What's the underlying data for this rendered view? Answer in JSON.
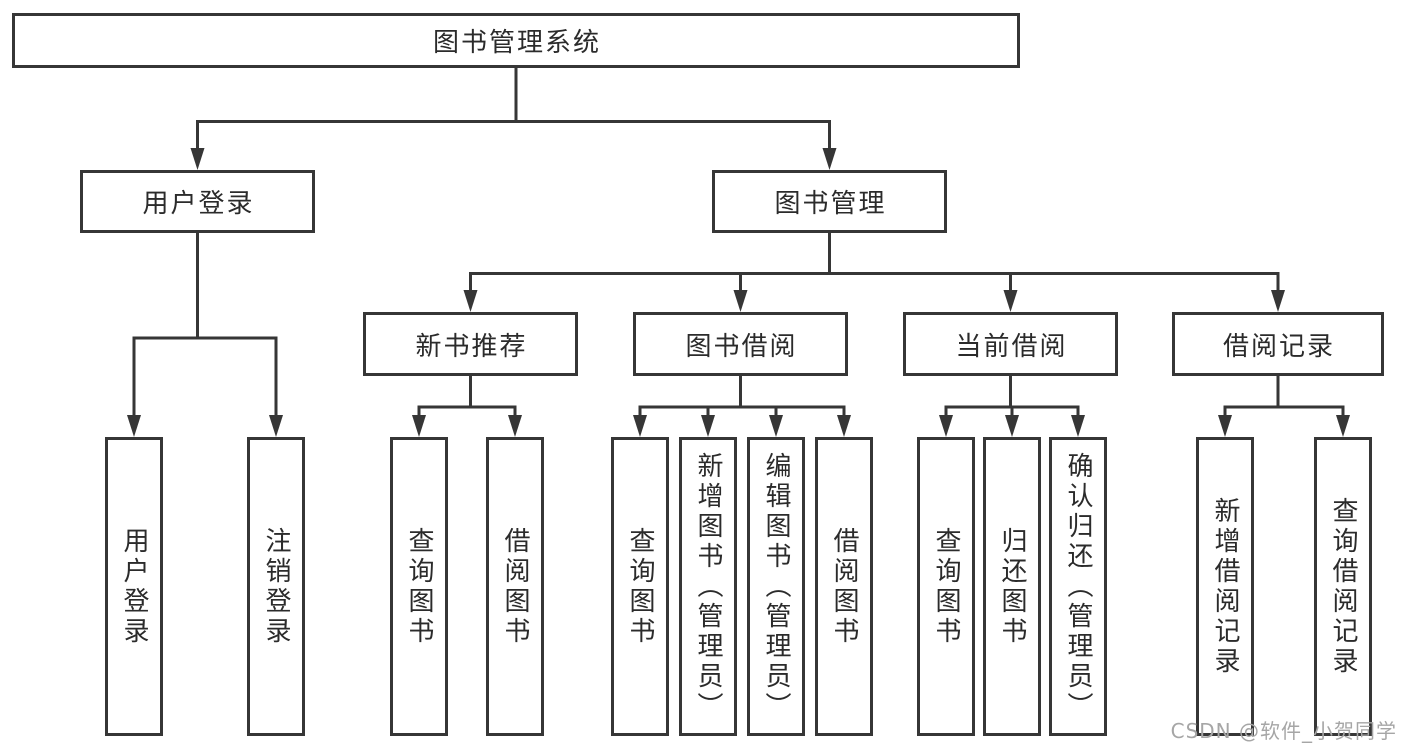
{
  "diagram": {
    "root": {
      "label": "图书管理系统"
    },
    "branches": [
      {
        "label": "用户登录",
        "children": [
          {
            "label": "用户登录"
          },
          {
            "label": "注销登录"
          }
        ]
      },
      {
        "label": "图书管理",
        "children": [
          {
            "label": "新书推荐",
            "children": [
              {
                "label": "查询图书"
              },
              {
                "label": "借阅图书"
              }
            ]
          },
          {
            "label": "图书借阅",
            "children": [
              {
                "label": "查询图书"
              },
              {
                "label": "新增图书（管理员）"
              },
              {
                "label": "编辑图书（管理员）"
              },
              {
                "label": "借阅图书"
              }
            ]
          },
          {
            "label": "当前借阅",
            "children": [
              {
                "label": "查询图书"
              },
              {
                "label": "归还图书"
              },
              {
                "label": "确认归还（管理员）"
              }
            ]
          },
          {
            "label": "借阅记录",
            "children": [
              {
                "label": "新增借阅记录"
              },
              {
                "label": "查询借阅记录"
              }
            ]
          }
        ]
      }
    ]
  },
  "colors": {
    "line": "#363636",
    "text": "#2b2b2b",
    "watermark": "#a6a6a6",
    "background": "#ffffff"
  },
  "watermark": {
    "text": "CSDN @软件_小贺同学"
  }
}
